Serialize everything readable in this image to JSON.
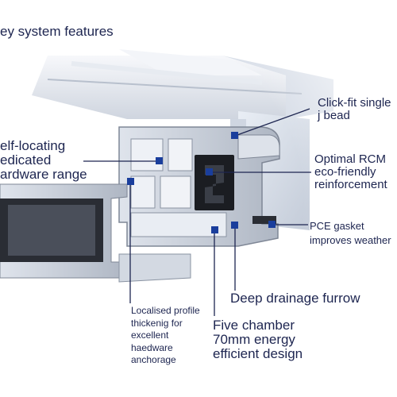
{
  "title": "ey system features",
  "colors": {
    "text": "#1d2550",
    "marker": "#1a3e9c",
    "leader": "#1d2550",
    "profile_light": "#eef1f6",
    "profile_mid": "#c9d0dc",
    "profile_dark": "#7f8796",
    "reinforcement": "#1b1d22",
    "glass": "#dde4ee"
  },
  "callouts": [
    {
      "id": "click-fit",
      "lines": [
        "Click-fit single",
        "j bead"
      ]
    },
    {
      "id": "self-locating",
      "lines": [
        "elf-locating",
        "edicated",
        "ardware range"
      ]
    },
    {
      "id": "rcm",
      "lines": [
        "Optimal RCM",
        "eco-friendly",
        "reinforcement"
      ]
    },
    {
      "id": "pce",
      "lines": [
        "PCE gasket",
        "improves weather"
      ]
    },
    {
      "id": "drainage",
      "lines": [
        "Deep drainage furrow"
      ]
    },
    {
      "id": "localised",
      "lines": [
        "Localised profile",
        "thickenig for",
        "excellent",
        "haedware",
        "anchorage"
      ]
    },
    {
      "id": "five-chamber",
      "lines": [
        "Five chamber",
        "70mm energy",
        "efficient design"
      ]
    }
  ]
}
